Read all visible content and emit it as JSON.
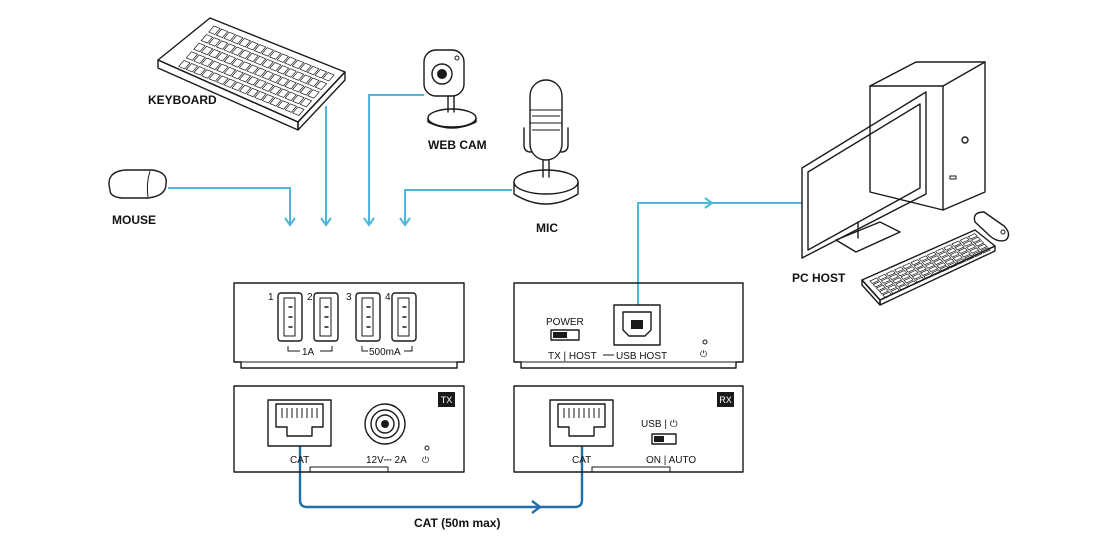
{
  "colors": {
    "usb_cable": "#4fb6dc",
    "cat_cable": "#1f6ea8",
    "outline": "#1a1a1a"
  },
  "devices": {
    "keyboard": "KEYBOARD",
    "webcam": "WEB CAM",
    "mouse": "MOUSE",
    "mic": "MIC",
    "pc_host": "PC HOST"
  },
  "tx_top": {
    "ports": [
      "1",
      "2",
      "3",
      "4"
    ],
    "group_1a": "1A",
    "group_500ma": "500mA"
  },
  "tx_bottom": {
    "badge": "TX",
    "cat_label": "CAT",
    "power_label": "12V⎓ 2A",
    "led_icon": "⏻"
  },
  "rx_top": {
    "power_label": "POWER",
    "switch_label": "TX | HOST",
    "usb_host_label": "USB HOST",
    "led_icon": "⏻"
  },
  "rx_bottom": {
    "badge": "RX",
    "cat_label": "CAT",
    "usb_mode_label": "USB | ⏻",
    "mode_label": "ON | AUTO"
  },
  "cable_label": "CAT (50m max)"
}
